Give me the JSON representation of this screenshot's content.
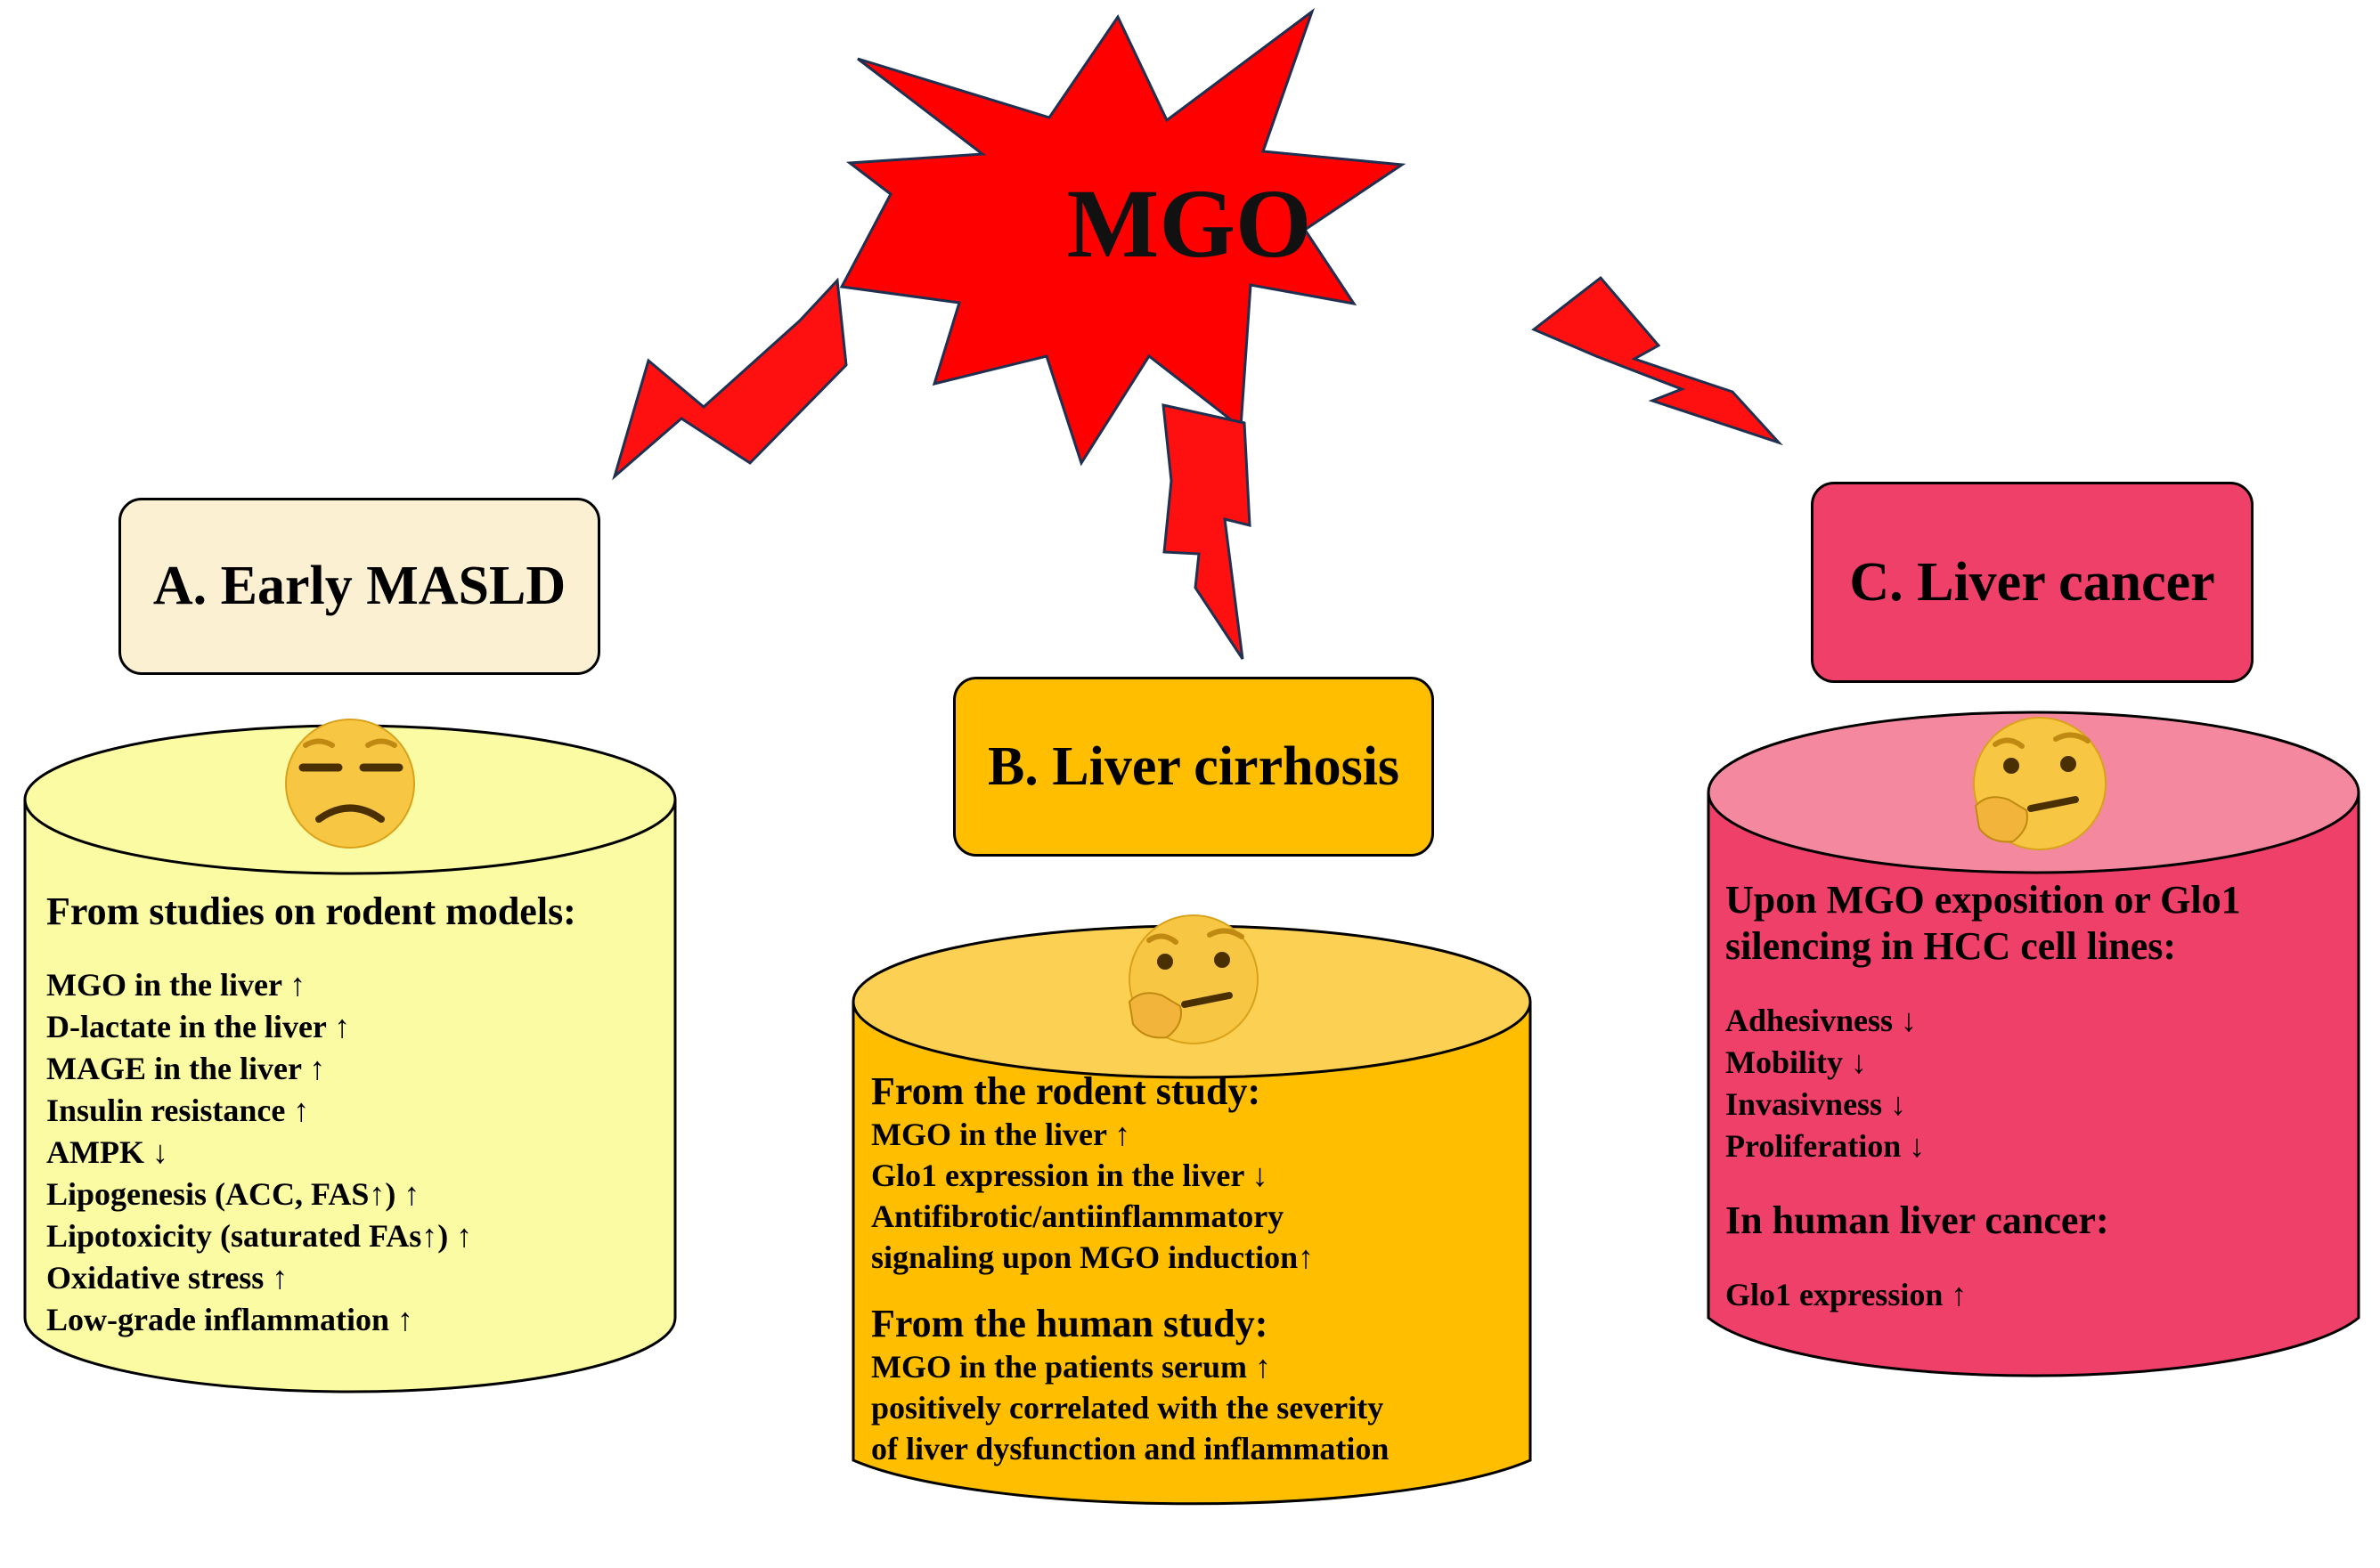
{
  "center": {
    "label": "MGO",
    "color": "#ff0000"
  },
  "panels": {
    "a": {
      "title": "A. Early MASLD",
      "emoji": "unamused-face-icon",
      "heading": "From studies on rodent models:",
      "items": [
        "MGO in the liver ↑",
        "D-lactate in the liver ↑",
        "MAGE in the liver ↑",
        "Insulin resistance ↑",
        "AMPK ↓",
        "Lipogenesis (ACC, FAS↑) ↑",
        "Lipotoxicity (saturated FAs↑) ↑",
        "Oxidative stress ↑",
        "Low-grade inflammation ↑"
      ],
      "box_color": "#fcf0d2",
      "cylinder_color": "#fbfba3"
    },
    "b": {
      "title": "B. Liver cirrhosis",
      "emoji": "thinking-face-icon",
      "heading1": "From the rodent study:",
      "items1": [
        "MGO in the liver ↑",
        "Glo1 expression in the liver ↓",
        "Antifibrotic/antiinflammatory",
        "signaling upon MGO induction↑"
      ],
      "heading2": "From the human study:",
      "items2": [
        "MGO in the patients serum ↑",
        "positively correlated with the severity",
        "of liver dysfunction and inflammation"
      ],
      "box_color": "#ffbf00",
      "cylinder_color": "#ffbf00"
    },
    "c": {
      "title": "C. Liver cancer",
      "emoji": "thinking-face-icon",
      "heading1": [
        "Upon MGO exposition or Glo1",
        "silencing in HCC cell lines:"
      ],
      "items1": [
        "Adhesivness ↓",
        "Mobility ↓",
        "Invasivness ↓",
        "Proliferation ↓"
      ],
      "heading2": "In human liver cancer:",
      "items2": [
        "Glo1 expression ↑"
      ],
      "box_color": "#ee4069",
      "cylinder_color": "#ee4069"
    }
  }
}
